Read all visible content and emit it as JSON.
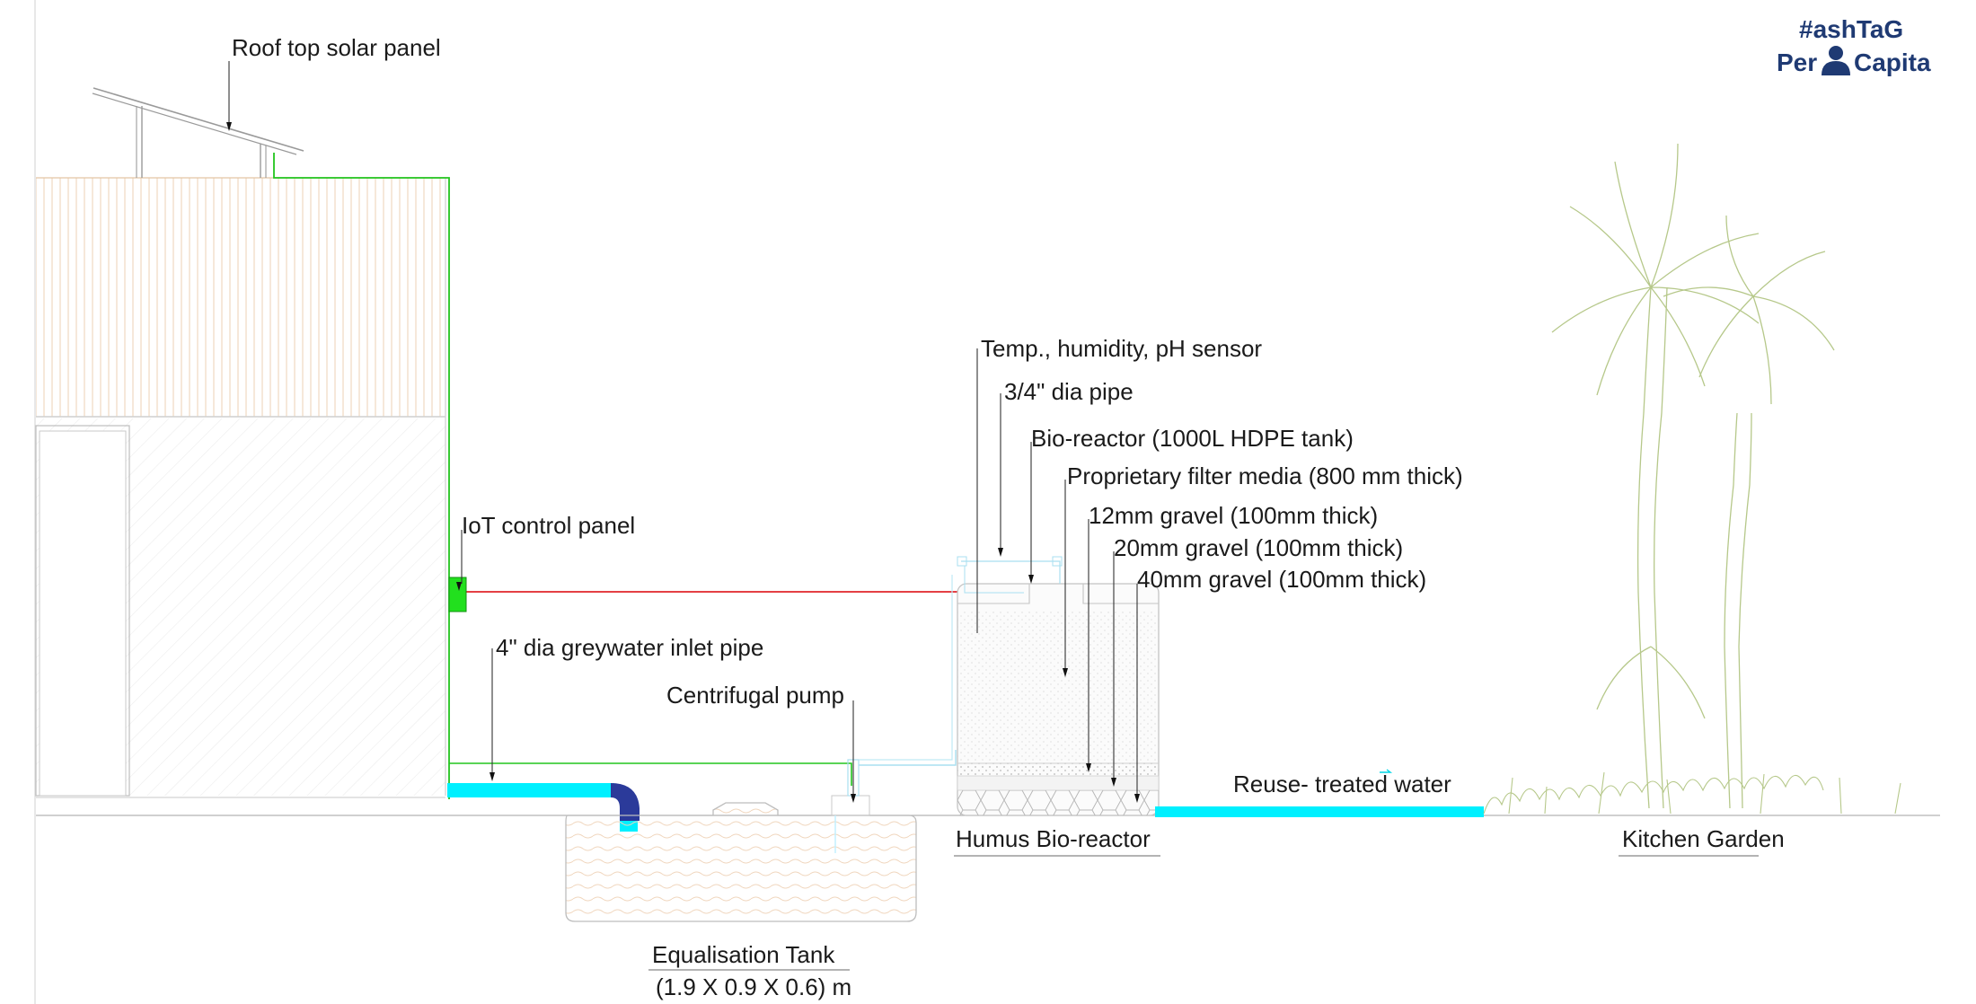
{
  "brand": {
    "line1": "#ashTaG",
    "line2_left": "Per",
    "line2_right": "Capita",
    "color": "#1f3a73"
  },
  "labels": {
    "solar_panel": "Roof top solar panel",
    "iot_panel": "IoT control panel",
    "inlet_pipe": "4\" dia greywater inlet pipe",
    "centrifugal_pump": "Centrifugal pump",
    "sensor": "Temp., humidity, pH sensor",
    "dia_pipe": "3/4\" dia pipe",
    "bioreactor_tank": "Bio-reactor (1000L HDPE tank)",
    "filter_media": "Proprietary filter media (800 mm thick)",
    "gravel_12": "12mm gravel (100mm thick)",
    "gravel_20": "20mm gravel (100mm thick)",
    "gravel_40": "40mm gravel (100mm thick)",
    "reuse_water": "Reuse- treated water",
    "humus_bioreactor": "Humus Bio-reactor",
    "kitchen_garden": "Kitchen Garden",
    "equalisation_tank": "Equalisation Tank",
    "equalisation_dims": "(1.9 X 0.9 X 0.6) m"
  },
  "colors": {
    "solar_wire": "#22c51e",
    "sensor_wire": "#e0262a",
    "water_pipe": "#00f0ff",
    "elbow": "#2b3a9a",
    "iot_box": "#22e01e",
    "garden": "#b6c88a"
  }
}
